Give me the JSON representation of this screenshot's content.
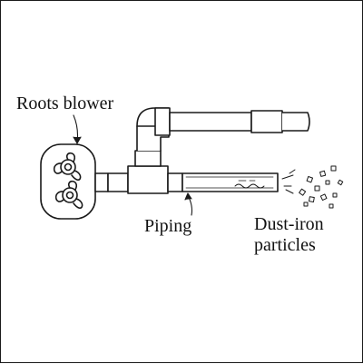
{
  "labels": {
    "roots_blower": "Roots blower",
    "piping": "Piping",
    "dust_line1": "Dust-iron",
    "dust_line2": "particles"
  },
  "colors": {
    "stroke": "#1a1a1a",
    "background": "#ffffff"
  }
}
